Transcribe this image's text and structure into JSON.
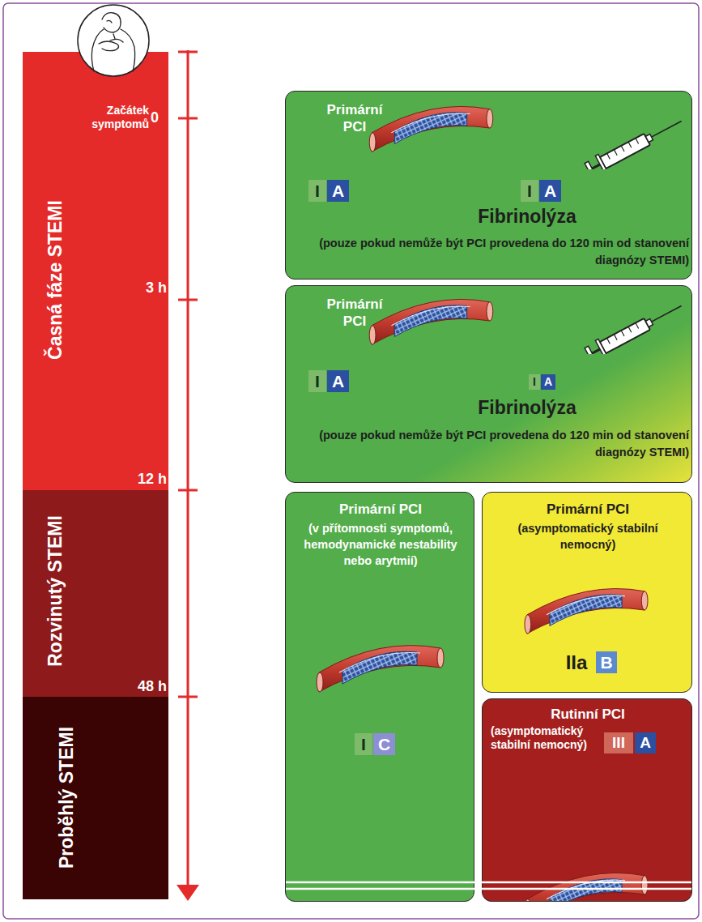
{
  "diagram": {
    "nodes": [
      {
        "text": [
          "Časná fáze STEMI"
        ]
      },
      {
        "text": [
          "Rozvinutý STEMI"
        ]
      },
      {
        "text": [
          "Proběhlý STEMI"
        ]
      },
      {
        "text": [
          "Primární PCI",
          "I",
          "A",
          "I",
          "A",
          "Fibrinolýza",
          "(pouze pokud nemůže být PCI provedena do 120 min od stanovení diagnózy STEMI)"
        ]
      },
      {
        "text": [
          "Primární PCI",
          "I",
          "A",
          "I",
          "A",
          "Fibrinolýza",
          "(pouze pokud nemůže být PCI provedena do 120 min od stanovení diagnózy STEMI)"
        ]
      },
      {
        "text": [
          "Primární PCI",
          "(v přítomnosti symptomů, hemodynamické nestability nebo arytmií)",
          "I",
          "C"
        ]
      },
      {
        "text": [
          "Primární PCI",
          "(asymptomatický stabilní nemocný)",
          "IIa",
          "B"
        ]
      },
      {
        "text": [
          "Rutinní PCI",
          "(asymptomatický stabilní nemocný)",
          "III",
          "A"
        ]
      }
    ],
    "labels": [
      "Začátek symptomů",
      "0",
      "3 h",
      "12 h",
      "48 h"
    ]
  }
}
